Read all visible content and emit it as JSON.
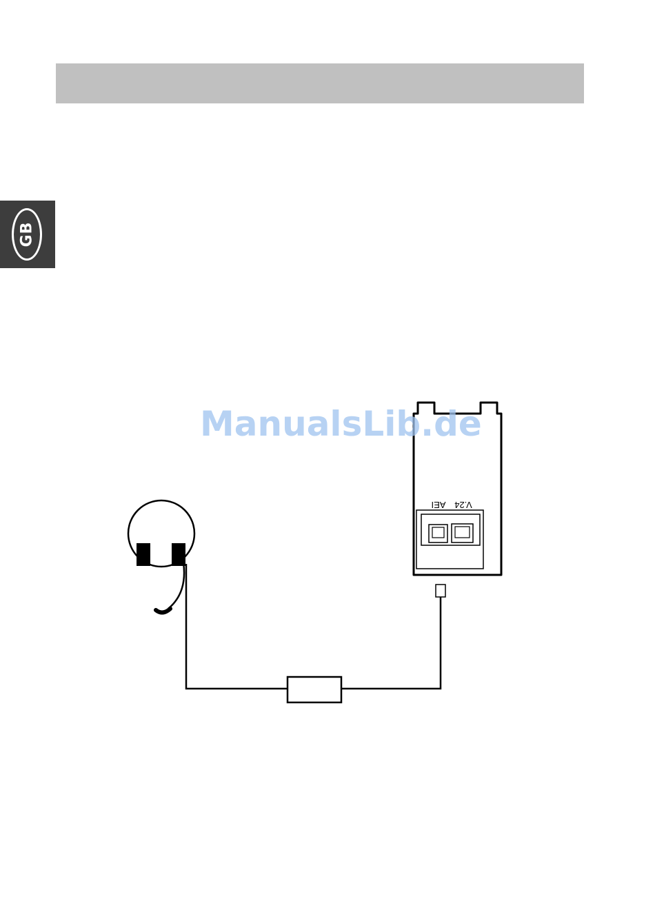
{
  "page": {
    "language_badge": "GB",
    "watermark": "ManualsLib.de"
  },
  "diagram": {
    "port_labels": {
      "v24": "V.24",
      "aei": "AEI"
    }
  },
  "colors": {
    "header_bar": "#c0c0c0",
    "language_tab": "#3d3d3d",
    "watermark": "#9fc3ef",
    "line": "#000000"
  }
}
